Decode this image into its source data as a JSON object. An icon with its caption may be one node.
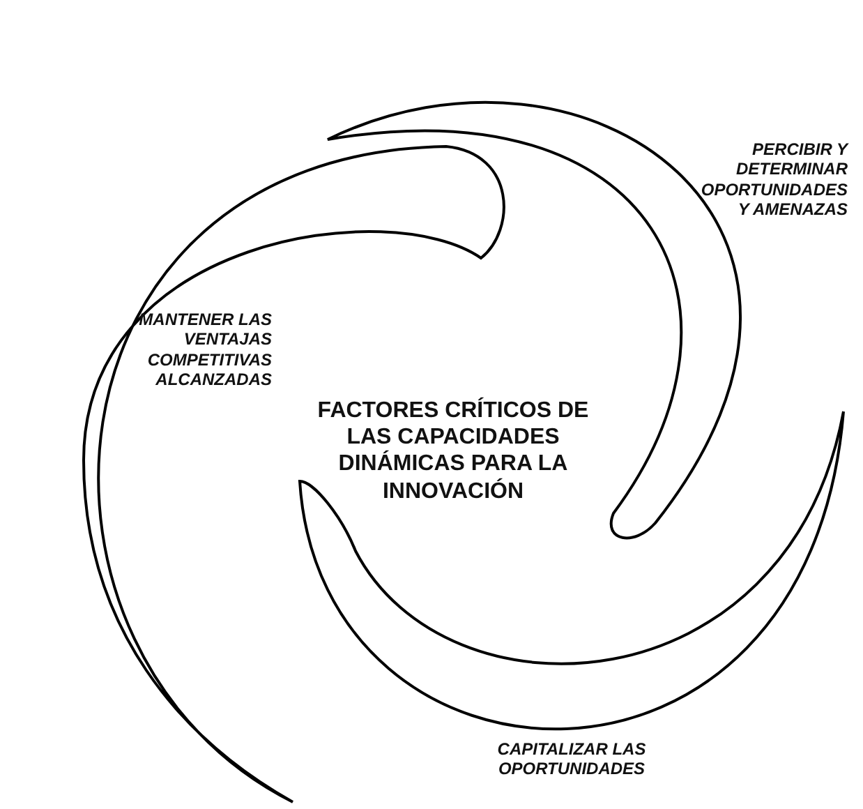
{
  "diagram": {
    "labels": [
      "PERCIBIR Y DETERMINAR OPORTUNIDADES Y AMENAZAS",
      "MANTENER LAS VENTAJAS COMPETITIVAS ALCANZADAS",
      "FACTORES CRÍTICOS DE LAS CAPACIDADES DINÁMICAS PARA LA INNOVACIÓN",
      "CAPITALIZAR LAS OPORTUNIDADES"
    ]
  }
}
